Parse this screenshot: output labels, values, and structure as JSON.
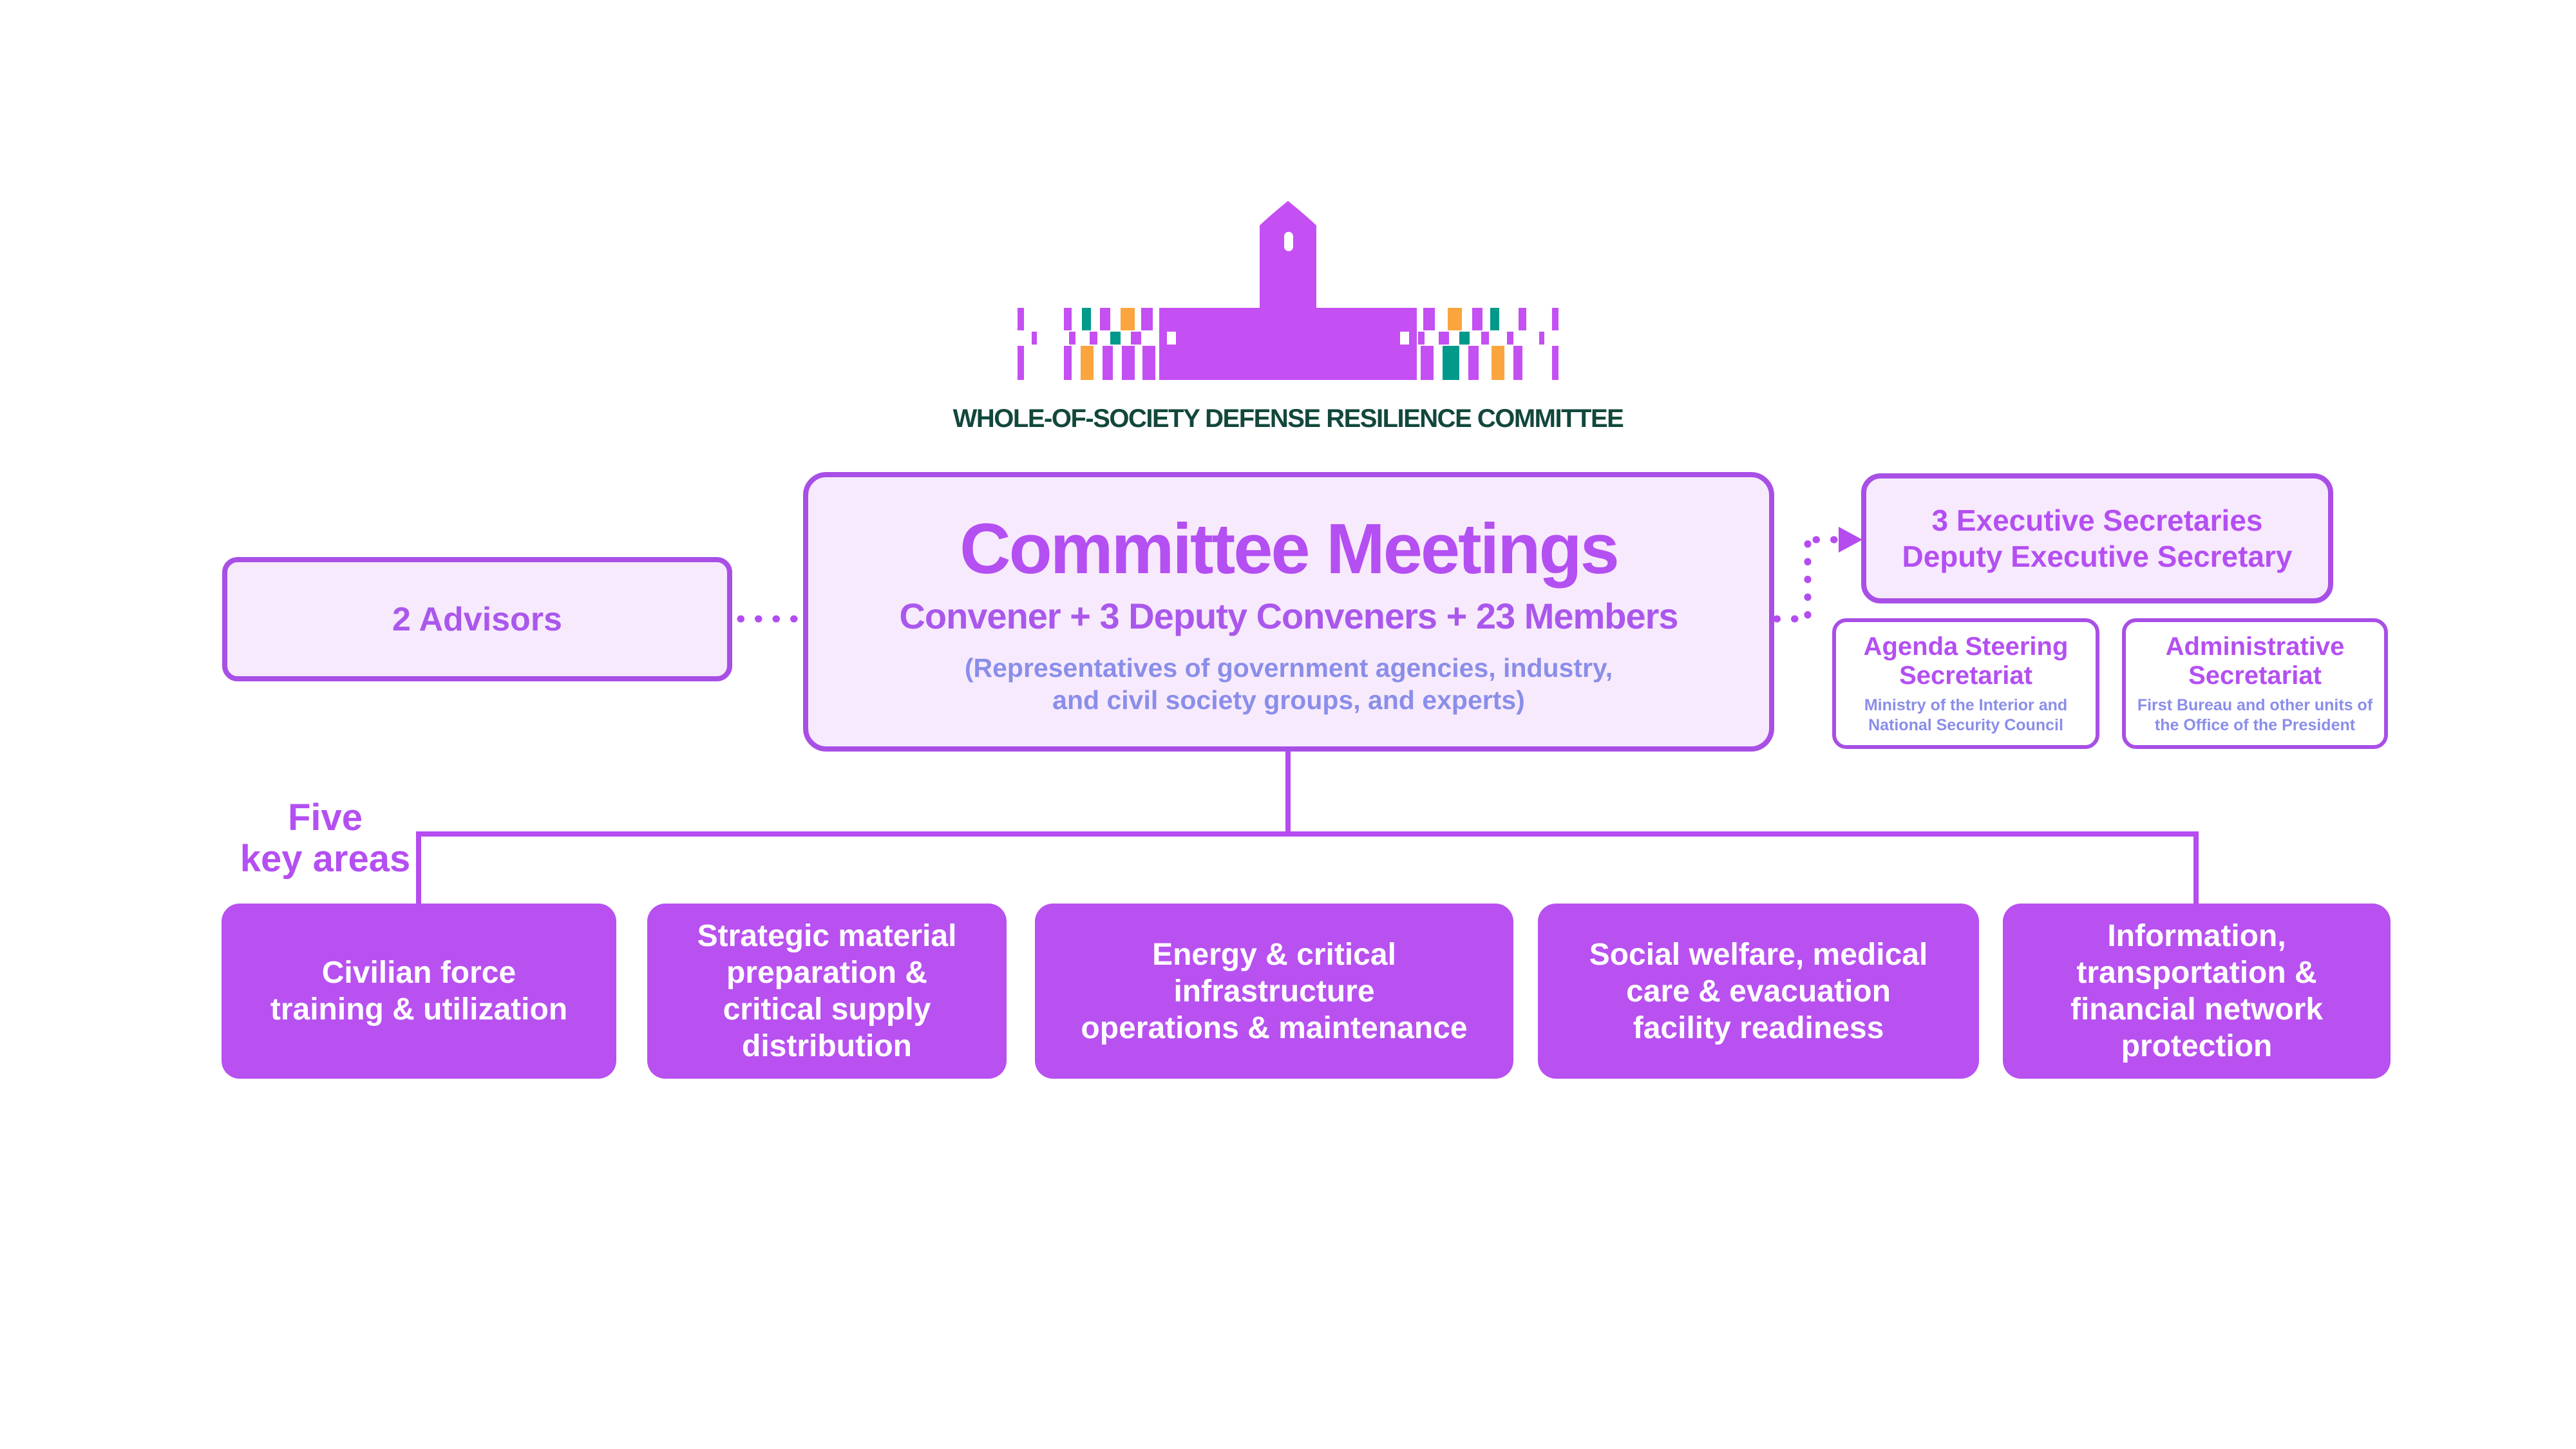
{
  "header": {
    "logo_caption": "WHOLE-OF-SOCIETY DEFENSE RESILIENCE COMMITTEE"
  },
  "committee": {
    "title": "Committee Meetings",
    "subtitle": "Convener + 3 Deputy Conveners + 23 Members",
    "note": "(Representatives of government agencies, industry,\nand civil society groups, and experts)"
  },
  "advisors": {
    "label": "2 Advisors"
  },
  "secretariat": {
    "executive_label": "3 Executive Secretaries\nDeputy Executive Secretary",
    "agenda": {
      "title": "Agenda Steering\nSecretariat",
      "subtitle": "Ministry of the Interior and\nNational Security Council"
    },
    "administrative": {
      "title": "Administrative\nSecretariat",
      "subtitle": "First Bureau and other units of\nthe Office of the President"
    }
  },
  "key_areas": {
    "label": "Five\nkey areas",
    "items": [
      "Civilian force\ntraining & utilization",
      "Strategic material\npreparation &\ncritical supply\ndistribution",
      "Energy & critical\ninfrastructure\noperations & maintenance",
      "Social welfare, medical\ncare & evacuation\nfacility readiness",
      "Information,\ntransportation &\nfinancial network\nprotection"
    ]
  },
  "theme": {
    "purple_solid": "#b851f0",
    "purple_logo": "#c44ff2",
    "purple_border": "#a84fe6",
    "purple_connector": "#b44cf0",
    "purple_title": "#b44ff2",
    "purple_text": "#aa58ec",
    "periwinkle": "#8a8ee9",
    "lavender": "#f8eafd",
    "green_dark": "#12473c",
    "teal": "#00998a",
    "orange": "#faa53d"
  }
}
